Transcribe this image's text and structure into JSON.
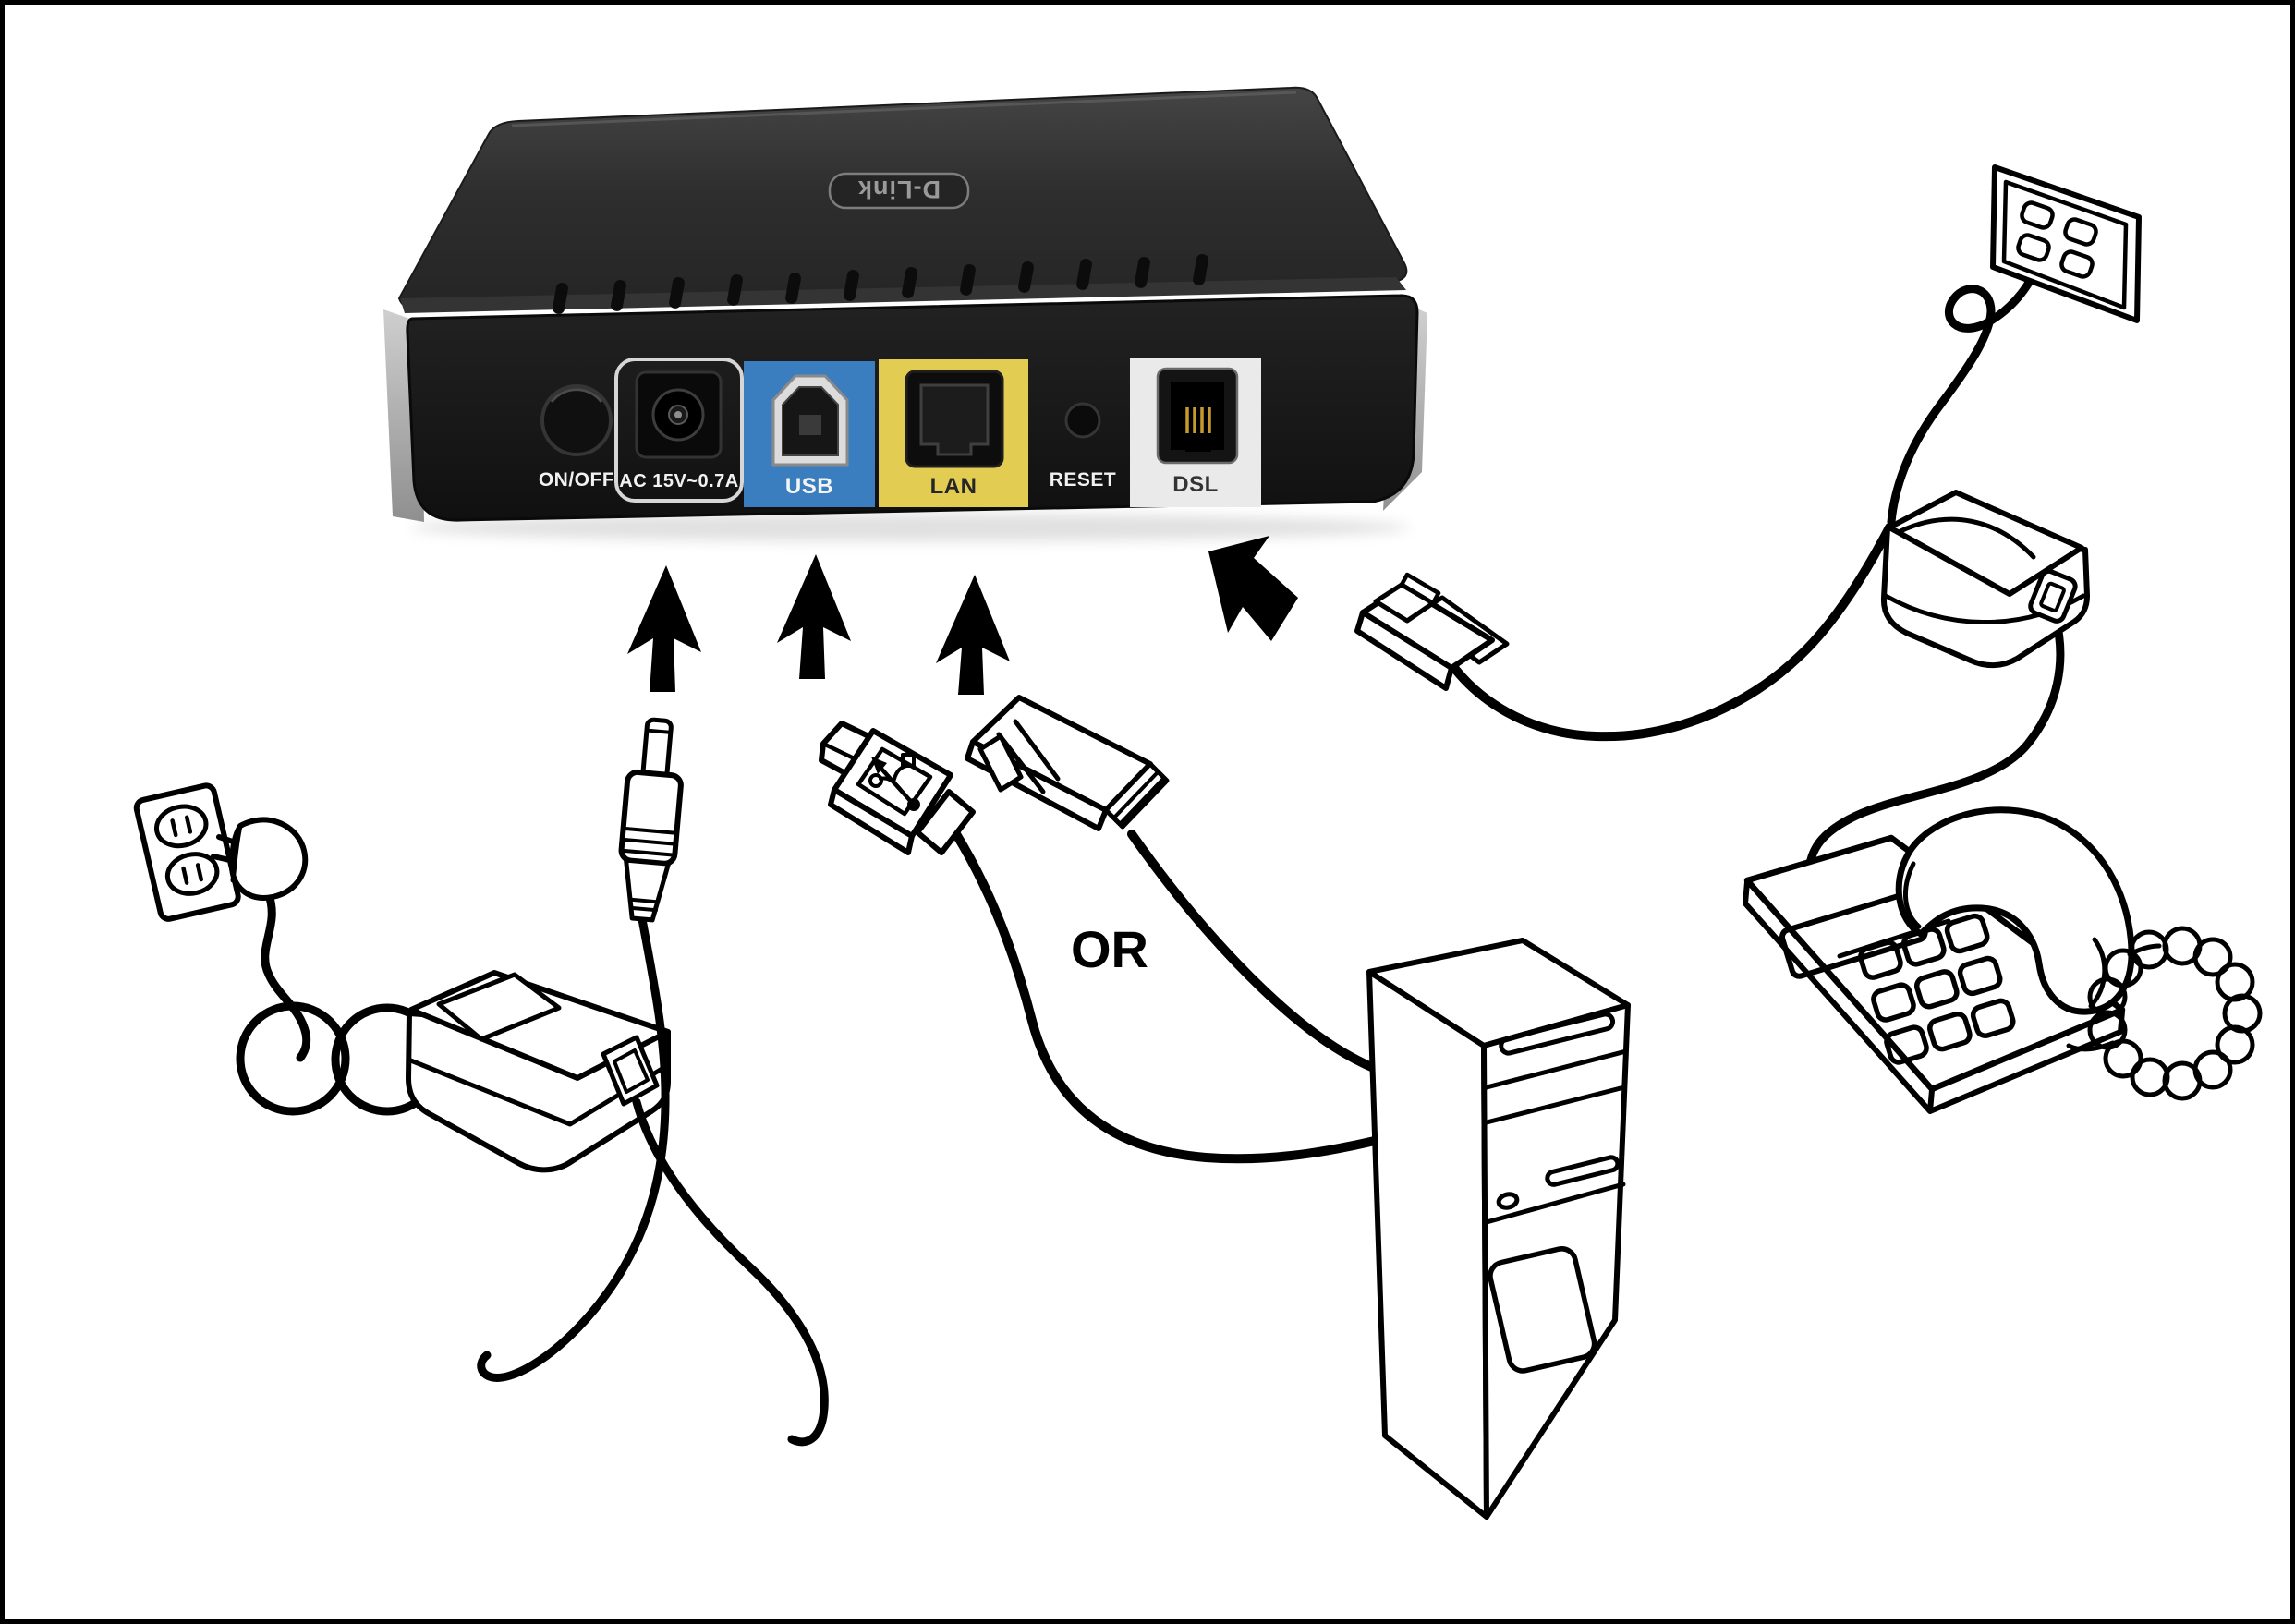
{
  "page": {
    "background": "#ffffff",
    "frame_color": "#000000",
    "line_art_color": "#000000"
  },
  "router": {
    "brand": "D-Link",
    "body_color": "#1f1f1f",
    "labels": {
      "power_switch": "ON/OFF",
      "power_jack": "AC 15V~0.7A",
      "usb": "USB",
      "lan": "LAN",
      "reset": "RESET",
      "dsl": "DSL"
    },
    "port_colors": {
      "usb_panel": "#3b7ec0",
      "lan_panel": "#e2cd52",
      "dsl_panel": "#eaeaea"
    }
  },
  "annotations": {
    "or_label": "OR"
  },
  "illustration": {
    "icons": [
      "power-outlet-icon",
      "power-plug-icon",
      "power-adapter-icon",
      "dc-power-connector-icon",
      "usb-connector-icon",
      "ethernet-connector-icon",
      "computer-tower-icon",
      "phone-wall-outlet-icon",
      "dsl-splitter-icon",
      "rj11-connector-icon",
      "telephone-icon",
      "handset-icon",
      "coiled-cord-icon",
      "up-arrow-icon",
      "dsl-arrow-icon"
    ]
  }
}
